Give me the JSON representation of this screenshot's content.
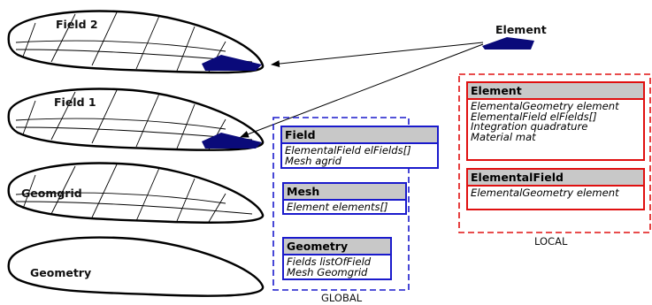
{
  "shapes": {
    "field2": "Field 2",
    "field1": "Field 1",
    "geomgrid": "Geomgrid",
    "geometry": "Geometry"
  },
  "element_label": "Element",
  "global": {
    "caption": "GLOBAL",
    "color": "#1a1acc",
    "classes": [
      {
        "title": "Field",
        "attrs": [
          "ElementalField elFields[]",
          "Mesh agrid"
        ]
      },
      {
        "title": "Mesh",
        "attrs": [
          "Element elements[]"
        ]
      },
      {
        "title": "Geometry",
        "attrs": [
          "Fields listOfField",
          "Mesh Geomgrid"
        ]
      }
    ]
  },
  "local": {
    "caption": "LOCAL",
    "color": "#e01010",
    "classes": [
      {
        "title": "Element",
        "attrs": [
          "ElementalGeometry element",
          "ElementalField elFields[]",
          "Integration quadrature",
          "Material mat"
        ]
      },
      {
        "title": "ElementalField",
        "attrs": [
          "ElementalGeometry element"
        ]
      }
    ]
  },
  "colors": {
    "element_fill": "#0a0a7a"
  }
}
